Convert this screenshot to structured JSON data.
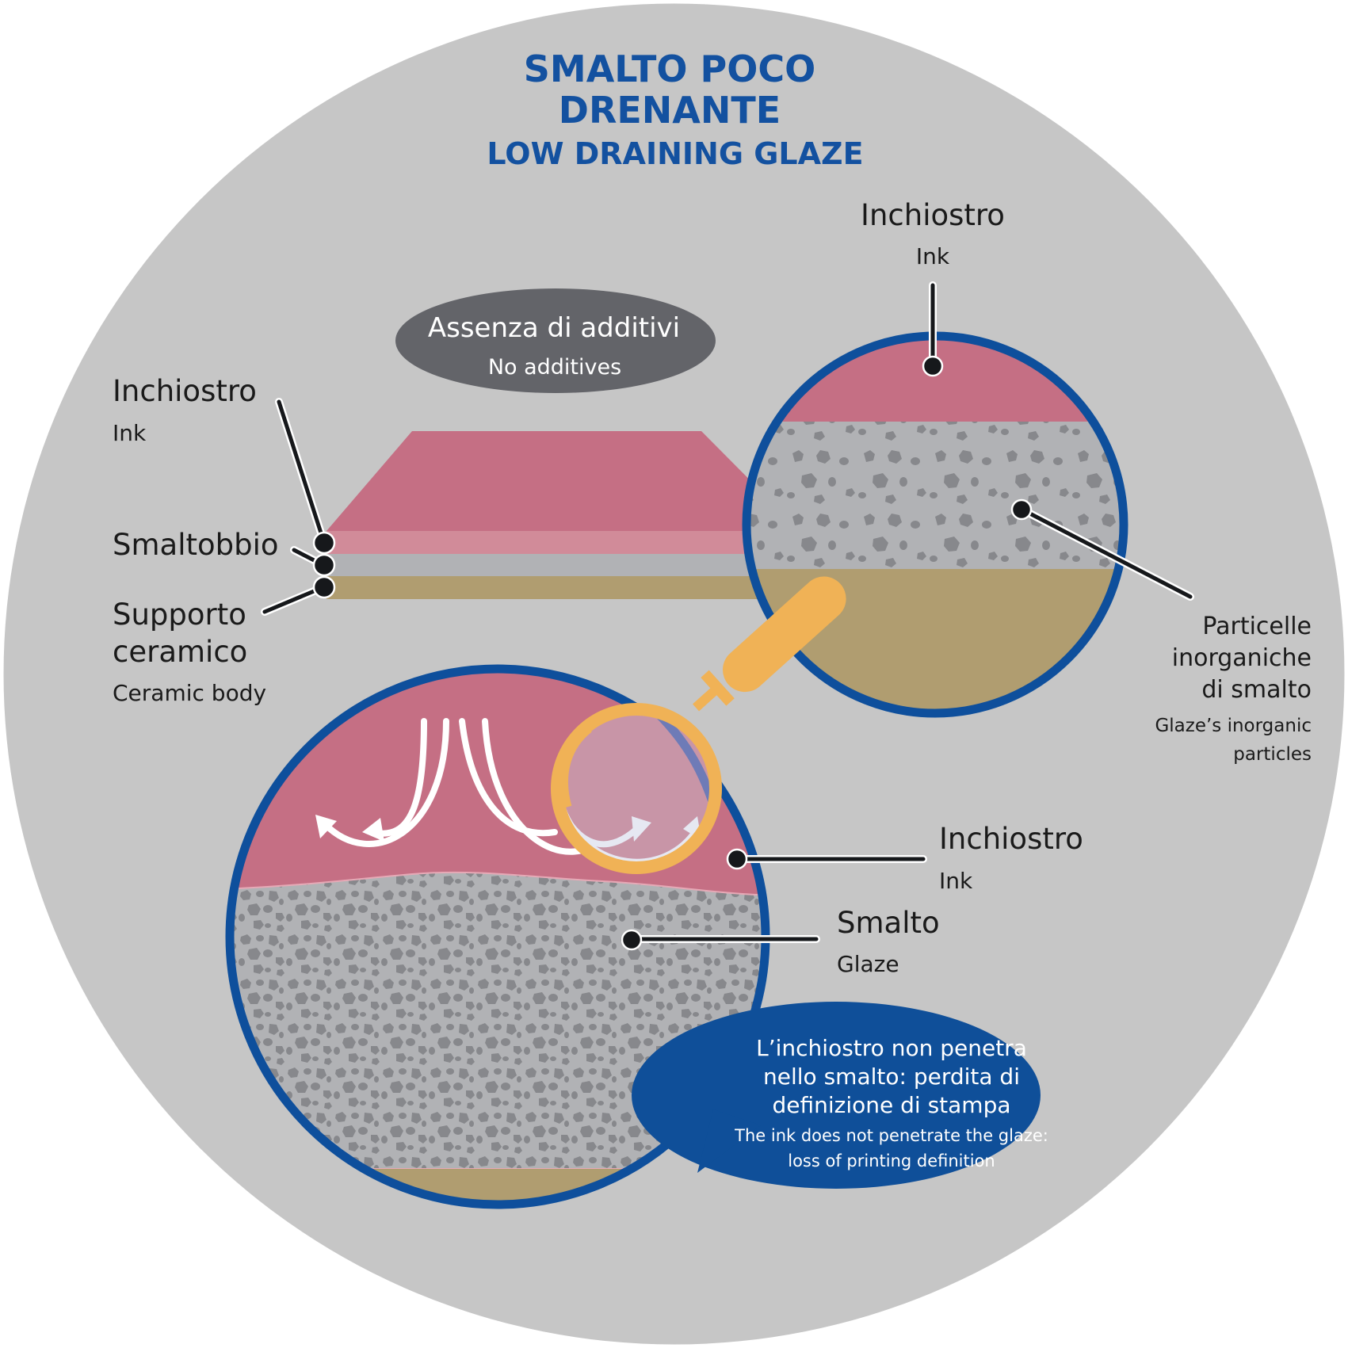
{
  "title": {
    "line1": "SMALTO POCO",
    "line2": "DRENANTE",
    "subtitle": "LOW DRAINING GLAZE"
  },
  "colors": {
    "background_disc": "#c6c6c6",
    "title_blue": "#1351a0",
    "circle_border": "#0e4f9c",
    "ink": "#c56f84",
    "ink_light": "#d18b99",
    "glaze": "#b1b2b5",
    "glaze_particles": "#87888c",
    "ceramic_body": "#b09d70",
    "additives_bubble": "#636469",
    "magnifier": "#f0b256",
    "callout_blue": "#0f4f99"
  },
  "additives_bubble": {
    "it": "Assenza di additivi",
    "en": "No additives"
  },
  "left_labels": {
    "ink": {
      "it": "Inchiostro",
      "en": "Ink"
    },
    "smaltobbio": {
      "it": "Smaltobbio"
    },
    "ceramic": {
      "it_line1": "Supporto",
      "it_line2": "ceramico",
      "en": "Ceramic body"
    }
  },
  "zoom_circle_labels": {
    "ink": {
      "it": "Inchiostro",
      "en": "Ink"
    },
    "particles": {
      "it_line1": "Particelle",
      "it_line2": "inorganiche",
      "it_line3": "di smalto",
      "en_line1": "Glaze’s inorganic",
      "en_line2": "particles"
    }
  },
  "detail_circle_labels": {
    "ink": {
      "it": "Inchiostro",
      "en": "Ink"
    },
    "glaze": {
      "it": "Smalto",
      "en": "Glaze"
    }
  },
  "callout": {
    "it_line1": "L’inchiostro non penetra",
    "it_line2": "nello smalto: perdita di",
    "it_line3": "definizione di stampa",
    "en_line1": "The ink does not penetrate the glaze:",
    "en_line2": "loss of printing definition"
  }
}
